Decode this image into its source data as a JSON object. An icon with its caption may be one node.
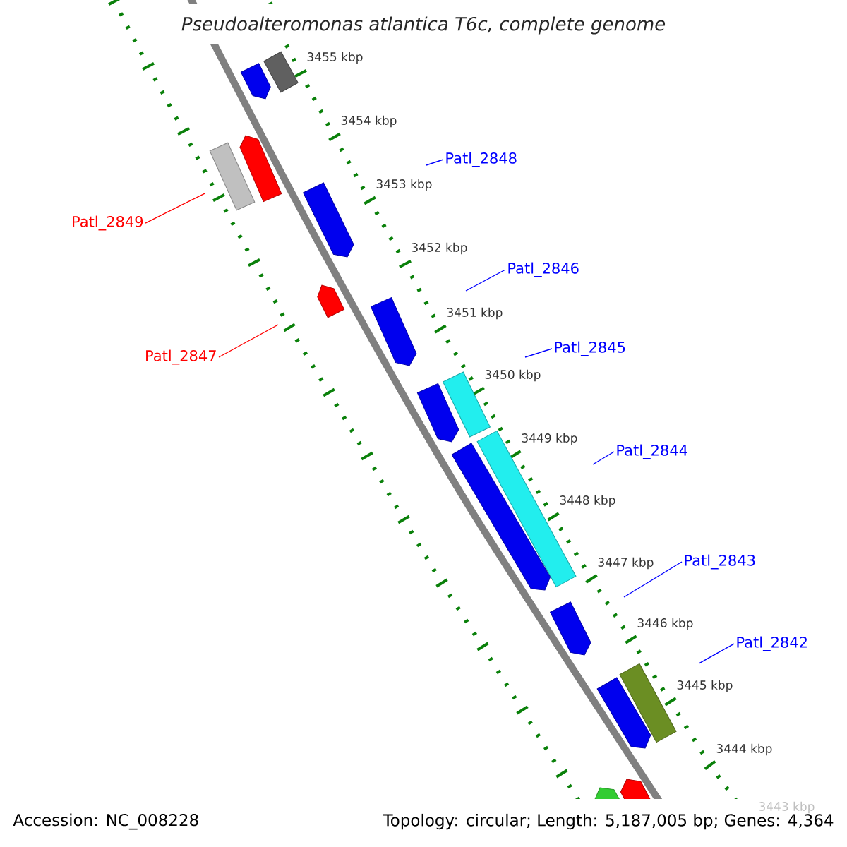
{
  "diagram": {
    "title": "Pseudoalteromonas atlantica T6c, complete genome",
    "nodes": [
      {
        "text": [
          "Patl_2848"
        ]
      },
      {
        "text": [
          "Patl_2849"
        ]
      },
      {
        "text": [
          "Patl_2846"
        ]
      },
      {
        "text": [
          "Patl_2845"
        ]
      },
      {
        "text": [
          "Patl_2847"
        ]
      },
      {
        "text": [
          "Patl_2844"
        ]
      },
      {
        "text": [
          "Patl_2843"
        ]
      },
      {
        "text": [
          "Patl_2842"
        ]
      }
    ],
    "edges": [
      {
        "from": 0,
        "to": null,
        "arrow": "none"
      },
      {
        "from": 1,
        "to": null,
        "arrow": "none",
        "color": "#ff0000"
      },
      {
        "from": 2,
        "to": null,
        "arrow": "none"
      },
      {
        "from": 3,
        "to": null,
        "arrow": "none"
      },
      {
        "from": 4,
        "to": null,
        "arrow": "none",
        "color": "#ff0000"
      },
      {
        "from": 5,
        "to": null,
        "arrow": "none"
      },
      {
        "from": 6,
        "to": null,
        "arrow": "none"
      },
      {
        "from": 7,
        "to": null,
        "arrow": "none"
      }
    ],
    "labels": [
      "3455 kbp",
      "3454 kbp",
      "3453 kbp",
      "3452 kbp",
      "3451 kbp",
      "3450 kbp",
      "3449 kbp",
      "3448 kbp",
      "3447 kbp",
      "3446 kbp",
      "3445 kbp",
      "3444 kbp",
      "3443 kbp",
      "Accession: NC_008228",
      "Topology: circular; Length: 5,187,005 bp; Genes: 4,364"
    ]
  }
}
